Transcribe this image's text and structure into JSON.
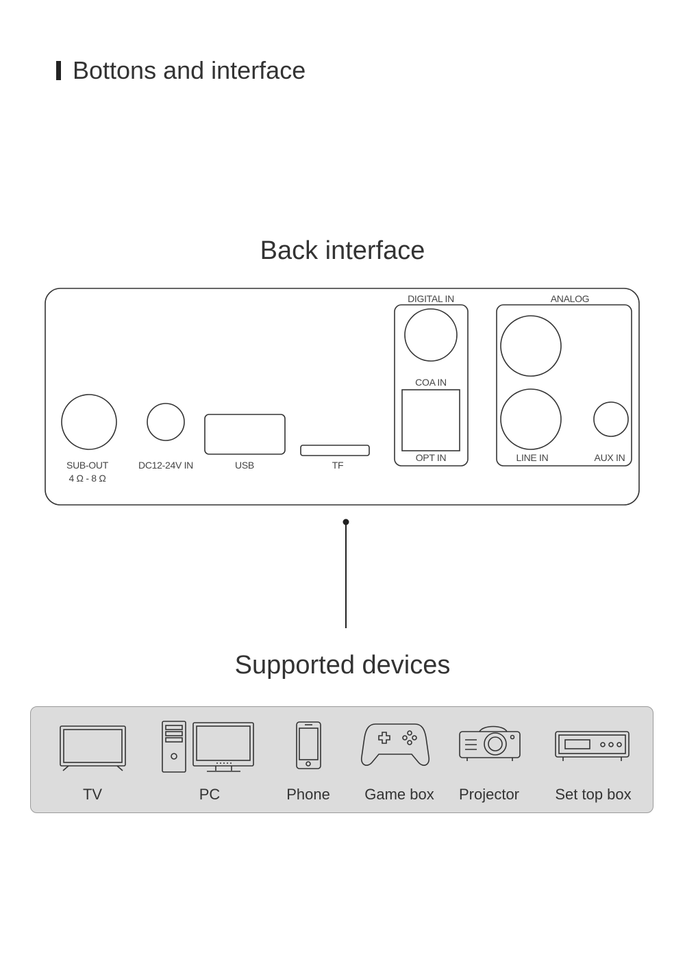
{
  "header": {
    "title": "Bottons and interface"
  },
  "back_interface": {
    "title": "Back  interface",
    "groups": {
      "digital": "DIGITAL IN",
      "analog": "ANALOG"
    },
    "ports": {
      "sub_out": "SUB-OUT",
      "sub_out_impedance": "4 Ω - 8 Ω",
      "dc_in": "DC12-24V IN",
      "usb": "USB",
      "tf": "TF",
      "coa_in": "COA IN",
      "opt_in": "OPT IN",
      "line_in": "LINE IN",
      "aux_in": "AUX IN"
    }
  },
  "supported": {
    "title": "Supported devices",
    "devices": [
      {
        "label": "TV",
        "icon": "tv-icon"
      },
      {
        "label": "PC",
        "icon": "pc-icon"
      },
      {
        "label": "Phone",
        "icon": "phone-icon"
      },
      {
        "label": "Game box",
        "icon": "gamepad-icon"
      },
      {
        "label": "Projector",
        "icon": "projector-icon"
      },
      {
        "label": "Set top box",
        "icon": "set-top-box-icon"
      }
    ]
  }
}
